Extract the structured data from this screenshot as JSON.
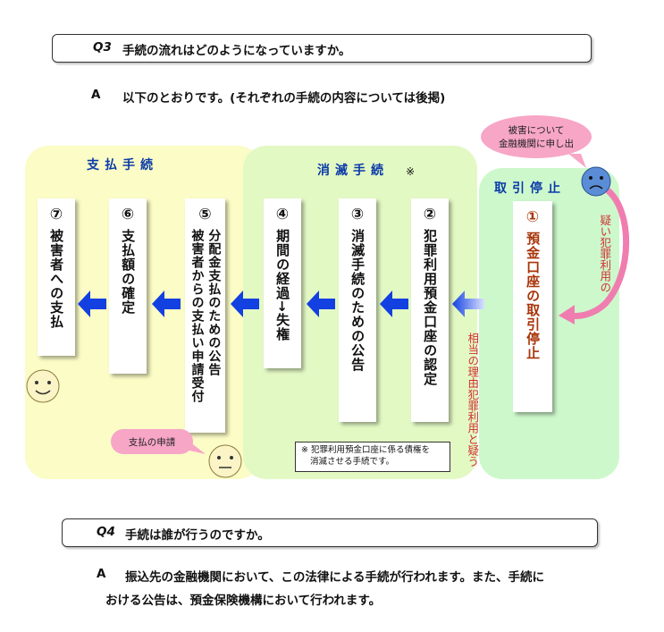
{
  "q3": {
    "label": "Q3",
    "text": "手続の流れはどのようになっていますか。"
  },
  "a3": {
    "label": "A",
    "text": "以下のとおりです。(それぞれの手続の内容については後掲)"
  },
  "zones": {
    "payment": {
      "title": "支払手続"
    },
    "extinction": {
      "title": "消滅手続",
      "mark": "※"
    },
    "suspension": {
      "title": "取引停止"
    }
  },
  "steps": [
    {
      "num": "⑦",
      "label": "被害者への支払"
    },
    {
      "num": "⑥",
      "label": "支払額の確定"
    },
    {
      "num": "⑤",
      "line1": "分配金支払のための公告",
      "line2": "被害者からの支払い申請受付"
    },
    {
      "num": "④",
      "label": "期間の経過→失権"
    },
    {
      "num": "③",
      "label": "消滅手続のための公告"
    },
    {
      "num": "②",
      "label": "犯罪利用預金口座の認定"
    },
    {
      "num": "①",
      "label": "預金口座の取引停止"
    }
  ],
  "notes": {
    "victim_bubble_line1": "被害について",
    "victim_bubble_line2": "金融機関に申し出",
    "suspicion_line1": "犯罪利用の",
    "suspicion_line2": "疑い",
    "reason_line1": "犯罪利用と疑う",
    "reason_line2": "相当の理由",
    "payment_request": "支払の申請",
    "footnote_line1": "※ 犯罪利用預金口座に係る債権を",
    "footnote_line2": "消滅させる手続です。"
  },
  "q4": {
    "label": "Q4",
    "text": "手続は誰が行うのですか。"
  },
  "a4": {
    "label": "A",
    "line1": "振込先の金融機関において、この法律による手続が行われます。また、手続に",
    "line2": "おける公告は、預金保険機構において行われます。"
  },
  "colors": {
    "payment_zone": "#fbfcc6",
    "extinction_zone": "#e3f9c4",
    "suspension_zone": "#cdf8cc",
    "arrow_blue": "#1340e0",
    "step1_text": "#a8350a",
    "note_red": "#d23030",
    "bubble_pink": "#f7a6c6",
    "title_blue": "#0a3aa8"
  }
}
